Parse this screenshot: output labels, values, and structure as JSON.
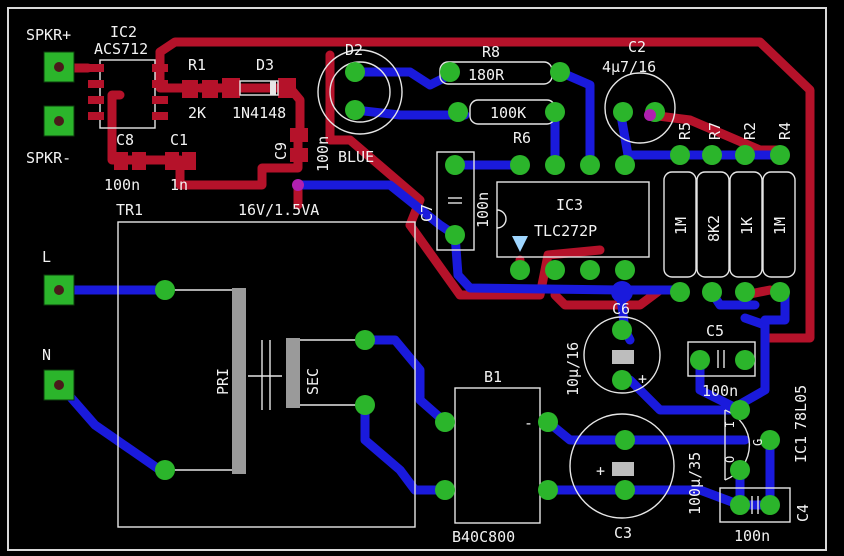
{
  "board": {
    "colors": {
      "background": "#000000",
      "outline": "#d9d9d9",
      "silkscreen": "#e6e6e6",
      "top_copper": "#b5122a",
      "bottom_copper": "#1a1adc",
      "pads": "#2bb52b",
      "via_overlap": "#b020b0"
    },
    "connectors": {
      "spkr_plus": "SPKR+",
      "spkr_minus": "SPKR-",
      "line": "L",
      "neutral": "N"
    },
    "components": {
      "ic2_ref": "IC2",
      "ic2_value": "ACS712",
      "r1_ref": "R1",
      "r1_value": "2K",
      "d3_ref": "D3",
      "d3_value": "1N4148",
      "d2_ref": "D2",
      "d2_value": "BLUE",
      "c8_ref": "C8",
      "c8_value": "100n",
      "c1_ref": "C1",
      "c1_value": "1n",
      "c9_ref": "C9",
      "c9_value": "100n",
      "r8_ref": "R8",
      "r8_value": "180R",
      "r6_ref": "R6",
      "r6_value": "100K",
      "c2_ref": "C2",
      "c2_value": "4µ7/16",
      "c7_ref": "C7",
      "c7_value": "100n",
      "ic3_ref": "IC3",
      "ic3_value": "TLC272P",
      "r5_ref": "R5",
      "r5_value": "1M",
      "r7_ref": "R7",
      "r7_value": "8K2",
      "r2_ref": "R2",
      "r2_value": "1K",
      "r4_ref": "R4",
      "r4_value": "1M",
      "tr1_ref": "TR1",
      "tr1_value": "16V/1.5VA",
      "tr1_pri": "PRI",
      "tr1_sec": "SEC",
      "c6_ref": "C6",
      "c6_value": "10µ/16",
      "c5_ref": "C5",
      "c5_value": "100n",
      "b1_ref": "B1",
      "b1_value": "B40C800",
      "c3_ref": "C3",
      "c3_value": "100µ/35",
      "ic1_ref": "IC1",
      "ic1_value": "78L05",
      "ic1_pin_i": "I",
      "ic1_pin_o": "O",
      "ic1_pin_g": "G",
      "c4_ref": "C4",
      "c4_value": "100n",
      "b1_minus": "-",
      "c6_plus": "+",
      "c3_plus": "+"
    }
  }
}
